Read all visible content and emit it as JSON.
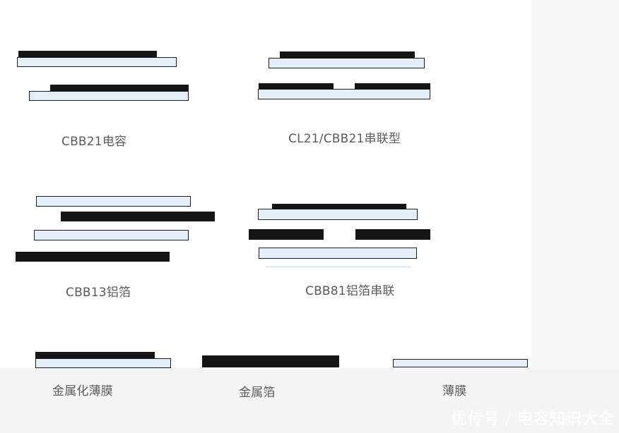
{
  "diagrams": {
    "cbb21": {
      "label": "CBB21电容"
    },
    "cl21_cbb21": {
      "label": "CL21/CBB21串联型"
    },
    "cbb13": {
      "label": "CBB13铝箔"
    },
    "cbb81": {
      "label": "CBB81铝箔串联"
    },
    "metallized_film": {
      "label": "金属化薄膜"
    },
    "metal_foil": {
      "label": "金属箔"
    },
    "film": {
      "label": "薄膜"
    }
  },
  "watermark": {
    "text": "优传号 / 电容知识大全"
  },
  "colors": {
    "film_fill": "#e3f0fb",
    "film_border": "#1c1c1c",
    "foil": "#151515",
    "label_text": "#5a5a5a"
  }
}
